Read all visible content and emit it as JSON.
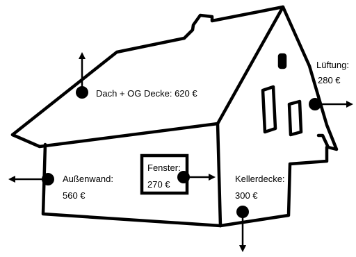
{
  "labels": {
    "roof": "Dach + OG Decke: 620 €",
    "ventilation_title": "Lüftung:",
    "ventilation_value": "280 €",
    "window_title": "Fenster:",
    "window_value": "270 €",
    "wall_title": "Außenwand:",
    "wall_value": "560 €",
    "cellar_title": "Kellerdecke:",
    "cellar_value": "300 €"
  },
  "colors": {
    "ink": "#000000",
    "background": "#ffffff"
  }
}
